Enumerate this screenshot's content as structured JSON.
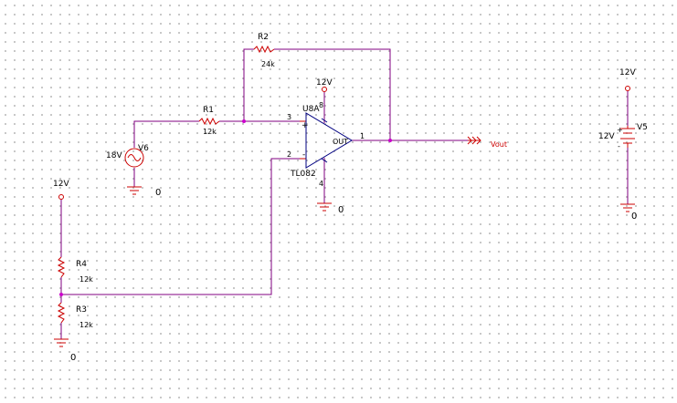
{
  "colors": {
    "wire": "#800080",
    "component": "#cc0000",
    "opamp": "#000080",
    "junction": "#cc00cc",
    "net_label": "#cc0000",
    "grid_dot": "#b9b9b9"
  },
  "labels": {
    "r1_ref": "R1",
    "r1_val": "12k",
    "r2_ref": "R2",
    "r2_val": "24k",
    "r3_ref": "R3",
    "r3_val": "12k",
    "r4_ref": "R4",
    "r4_val": "12k",
    "v6_ref": "V6",
    "v6_val": "18V",
    "v5_ref": "V5",
    "v5_val": "12V",
    "v5_supply": "12V",
    "opamp_ref": "U8A",
    "opamp_model": "TL082",
    "opamp_out": "OUT",
    "pin_plus": "+",
    "pin_minus": "-",
    "pin3": "3",
    "pin2": "2",
    "pin1": "1",
    "pin4": "4",
    "pin8": "8",
    "opamp_supply": "12V",
    "divider_supply": "12V",
    "gnd_v6": "0",
    "gnd_opamp": "0",
    "gnd_r3": "0",
    "gnd_v5": "0",
    "vout": "Vout",
    "v5_plus": "+",
    "v5_minus": "-"
  }
}
